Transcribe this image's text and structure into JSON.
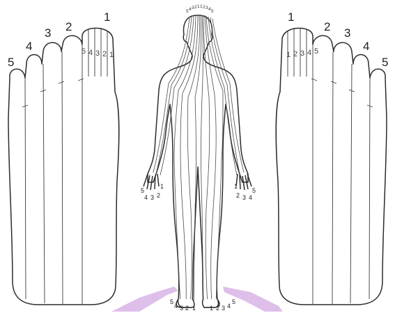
{
  "left_foot": {
    "toe_numbers": [
      "1",
      "2",
      "3",
      "4",
      "5"
    ],
    "zone_numbers": [
      "5",
      "4",
      "3",
      "2",
      "1"
    ]
  },
  "right_foot": {
    "toe_numbers": [
      "1",
      "2",
      "3",
      "4",
      "5"
    ],
    "zone_numbers": [
      "1",
      "2",
      "3",
      "4",
      "5"
    ]
  },
  "body": {
    "head_numbers": [
      "5",
      "4",
      "3",
      "2",
      "1",
      "1",
      "2",
      "3",
      "4",
      "5"
    ],
    "left_hand_numbers": [
      "5",
      "4",
      "3",
      "2",
      "1"
    ],
    "right_hand_numbers": [
      "1",
      "2",
      "3",
      "4",
      "5"
    ],
    "left_foot_numbers": [
      "5",
      "4",
      "3",
      "2",
      "1"
    ],
    "right_foot_numbers": [
      "1",
      "2",
      "3",
      "4",
      "5"
    ]
  },
  "colors": {
    "outline": "#2b2b2b",
    "watermark": "#c28ad8"
  }
}
